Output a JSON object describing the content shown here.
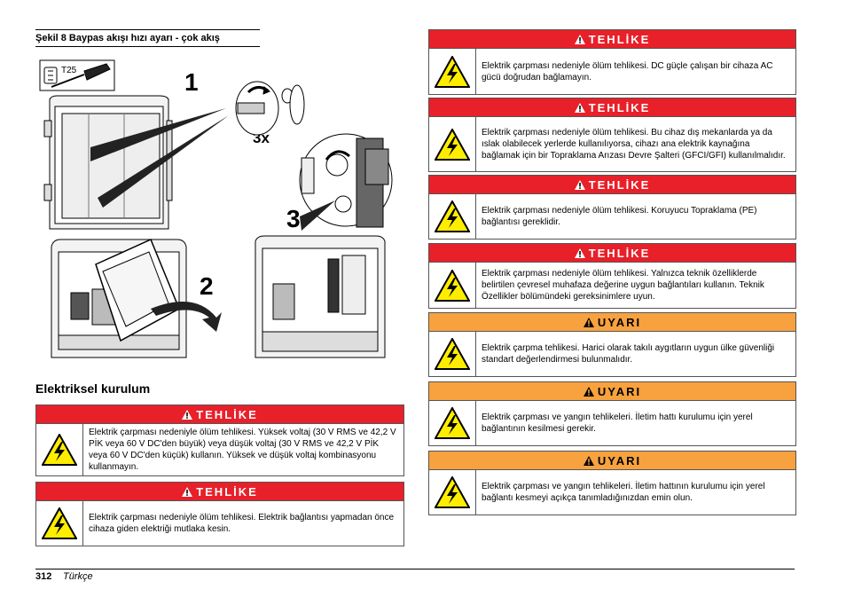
{
  "figure": {
    "title": "Şekil 8  Baypas akışı hızı ayarı - çok akış",
    "tool_label": "T25",
    "step1": "1",
    "step2": "2",
    "step3": "3",
    "repeat": "3x"
  },
  "section_title": "Elektriksel kurulum",
  "left_boxes": [
    {
      "type": "danger",
      "header": "TEHLİKE",
      "text": "Elektrik çarpması nedeniyle ölüm tehlikesi. Yüksek voltaj (30 V RMS ve 42,2 V PİK veya 60 V DC'den büyük) veya düşük voltaj (30 V RMS ve 42,2 V PİK veya 60 V DC'den küçük) kullanın. Yüksek ve düşük voltaj kombinasyonu kullanmayın."
    },
    {
      "type": "danger",
      "header": "TEHLİKE",
      "text": "Elektrik çarpması nedeniyle ölüm tehlikesi. Elektrik bağlantısı yapmadan önce cihaza giden elektriği mutlaka kesin."
    }
  ],
  "right_boxes": [
    {
      "type": "danger",
      "header": "TEHLİKE",
      "text": "Elektrik çarpması nedeniyle ölüm tehlikesi. DC güçle çalışan bir cihaza AC gücü doğrudan bağlamayın."
    },
    {
      "type": "danger",
      "header": "TEHLİKE",
      "text": "Elektrik çarpması nedeniyle ölüm tehlikesi. Bu cihaz dış mekanlarda ya da ıslak olabilecek yerlerde kullanılıyorsa, cihazı ana elektrik kaynağına bağlamak için bir Topraklama Arızası Devre Şalteri (GFCI/GFI) kullanılmalıdır."
    },
    {
      "type": "danger",
      "header": "TEHLİKE",
      "text": "Elektrik çarpması nedeniyle ölüm tehlikesi. Koruyucu Topraklama (PE) bağlantısı gereklidir."
    },
    {
      "type": "danger",
      "header": "TEHLİKE",
      "text": "Elektrik çarpması nedeniyle ölüm tehlikesi. Yalnızca teknik özelliklerde belirtilen çevresel muhafaza değerine uygun bağlantıları kullanın. Teknik Özellikler bölümündeki gereksinimlere uyun."
    },
    {
      "type": "warning",
      "header": "UYARI",
      "text": "Elektrik çarpma tehlikesi. Harici olarak takılı aygıtların uygun ülke güvenliği standart değerlendirmesi bulunmalıdır."
    },
    {
      "type": "warning",
      "header": "UYARI",
      "text": "Elektrik çarpması ve yangın tehlikeleri. İletim hattı kurulumu için yerel bağlantının kesilmesi gerekir."
    },
    {
      "type": "warning",
      "header": "UYARI",
      "text": "Elektrik çarpması ve yangın tehlikeleri. İletim hattının kurulumu için yerel bağlantı kesmeyi açıkça tanımladığınızdan emin olun."
    }
  ],
  "footer": {
    "page_number": "312",
    "language": "Türkçe"
  },
  "colors": {
    "danger": "#e8202a",
    "warning": "#f7a23f",
    "hazard_yellow": "#ffed00"
  }
}
